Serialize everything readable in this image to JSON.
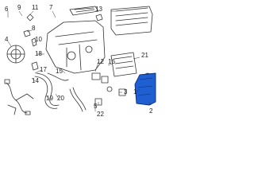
{
  "callouts": [
    {
      "id": "c1",
      "text": "6"
    },
    {
      "id": "c2",
      "text": "9"
    },
    {
      "id": "c3",
      "text": "11"
    },
    {
      "id": "c4",
      "text": "7"
    },
    {
      "id": "c5",
      "text": "13"
    },
    {
      "id": "c6",
      "text": "4"
    },
    {
      "id": "c7",
      "text": "8"
    },
    {
      "id": "c8",
      "text": "10"
    },
    {
      "id": "c9",
      "text": "18"
    },
    {
      "id": "c10",
      "text": "17"
    },
    {
      "id": "c11",
      "text": "15"
    },
    {
      "id": "c12",
      "text": "12"
    },
    {
      "id": "c13",
      "text": "16"
    },
    {
      "id": "c14",
      "text": "21"
    },
    {
      "id": "c15",
      "text": "14"
    },
    {
      "id": "c16",
      "text": "19"
    },
    {
      "id": "c17",
      "text": "20"
    },
    {
      "id": "c18",
      "text": "3"
    },
    {
      "id": "c19",
      "text": "5"
    },
    {
      "id": "c20",
      "text": "22"
    },
    {
      "id": "c21",
      "text": "1"
    },
    {
      "id": "c22",
      "text": "2"
    }
  ],
  "colors": {
    "line": "#333333",
    "highlight": "#1f5fd1",
    "highlight_dark": "#0b2e78"
  }
}
